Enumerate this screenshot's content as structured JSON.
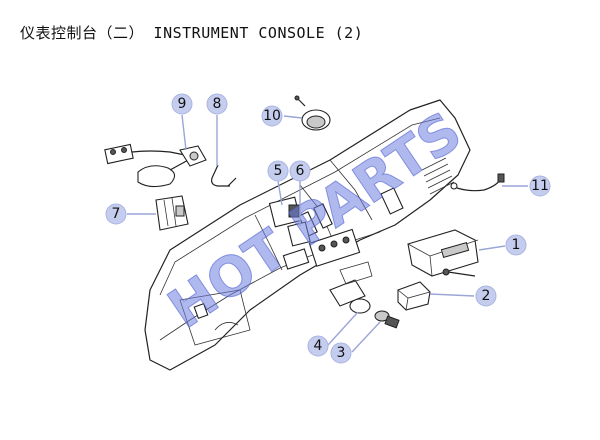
{
  "header": {
    "title_cn": "仪表控制台（二）",
    "title_en": "INSTRUMENT CONSOLE (2)"
  },
  "watermark": {
    "text": "HOT PARTS",
    "color": "#6f7fe0"
  },
  "callouts": [
    {
      "num": "1"
    },
    {
      "num": "2"
    },
    {
      "num": "3"
    },
    {
      "num": "4"
    },
    {
      "num": "5"
    },
    {
      "num": "6"
    },
    {
      "num": "7"
    },
    {
      "num": "8"
    },
    {
      "num": "9"
    },
    {
      "num": "10"
    },
    {
      "num": "11"
    }
  ],
  "colors": {
    "callout_fill": "#c5cdef",
    "line": "#222222"
  }
}
